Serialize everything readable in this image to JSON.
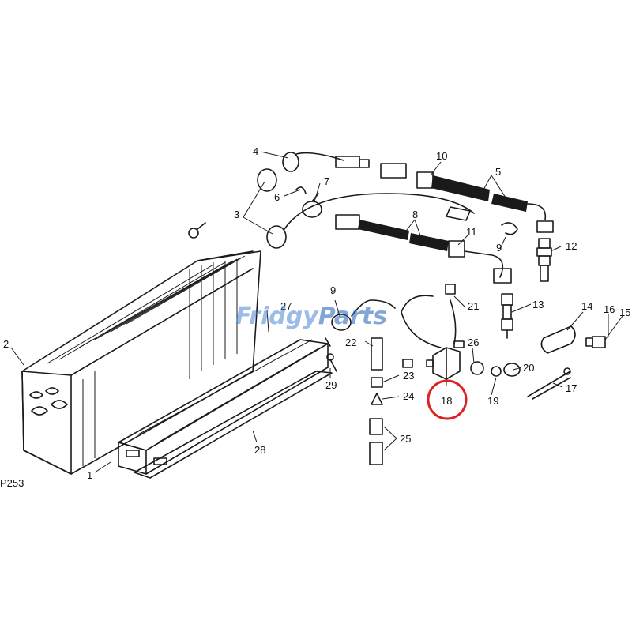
{
  "diagram": {
    "figure_code": "P253",
    "watermark": {
      "part1": "Fridgy",
      "part2": "Parts"
    },
    "highlight_color": "#e02020",
    "highlighted_callout": "18",
    "callouts": [
      "1",
      "2",
      "3",
      "4",
      "5",
      "6",
      "7",
      "8",
      "9",
      "9",
      "10",
      "11",
      "12",
      "13",
      "14",
      "15",
      "16",
      "17",
      "18",
      "19",
      "20",
      "21",
      "22",
      "23",
      "24",
      "25",
      "26",
      "27",
      "28",
      "29"
    ]
  }
}
